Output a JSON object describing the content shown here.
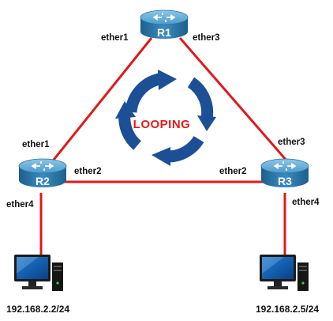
{
  "routers": {
    "r1": {
      "name": "R1",
      "left_port": "ether1",
      "right_port": "ether3"
    },
    "r2": {
      "name": "R2",
      "top_port": "ether1",
      "right_port": "ether2",
      "bottom_port": "ether4"
    },
    "r3": {
      "name": "R3",
      "top_port": "ether3",
      "left_port": "ether2",
      "bottom_port": "ether4"
    }
  },
  "loop": {
    "label": "LOOPING"
  },
  "hosts": {
    "left": {
      "ip": "192.168.2.2/24"
    },
    "right": {
      "ip": "192.168.2.5/24"
    }
  },
  "colors": {
    "link": "#e0191b",
    "router": "#2f7fb0",
    "loop_arrow": "#1c4f96",
    "loop_text": "#e21b1b"
  }
}
